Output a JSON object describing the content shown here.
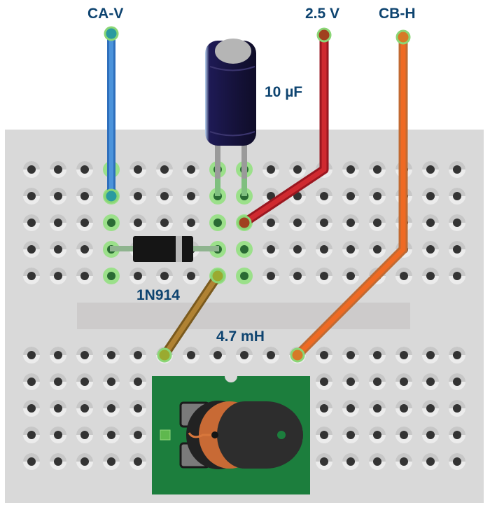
{
  "diagram": {
    "title": "Breadboard circuit: diode, capacitor and inductor",
    "colors": {
      "label_text": "#0e4470",
      "board": "#d9d9d9",
      "channel": "#cdcbcb",
      "hole": "#333333",
      "hole_active": "#2a6a34",
      "hole_glow": "#7fcf6a",
      "wire_ca_v": "#3f86d0",
      "wire_2_5v": "#c8202b",
      "wire_cb_h": "#ef6a23",
      "wire_jumper": "#a8772a",
      "capacitor_body": "#1a1640",
      "diode_body": "#151515",
      "inductor_board": "#1c7e3d",
      "inductor_core": "#2d2d2d",
      "inductor_winding": "#c86a35"
    },
    "breadboard": {
      "columns": 17,
      "top_rows": 5,
      "bottom_rows": 5
    },
    "labels": {
      "ca_v": "CA-V",
      "v_2_5": "2.5 V",
      "cb_h": "CB-H",
      "capacitor_value": "10 µF",
      "diode_part": "1N914",
      "inductor_value": "4.7 mH"
    },
    "components": [
      {
        "id": "capacitor",
        "type": "electrolytic-capacitor",
        "value": "10 µF"
      },
      {
        "id": "diode",
        "type": "diode",
        "part": "1N914"
      },
      {
        "id": "inductor",
        "type": "inductor",
        "value": "4.7 mH"
      },
      {
        "id": "wire-ca-v",
        "type": "wire",
        "net": "CA-V"
      },
      {
        "id": "wire-2-5v",
        "type": "wire",
        "net": "2.5 V"
      },
      {
        "id": "wire-cb-h",
        "type": "wire",
        "net": "CB-H"
      },
      {
        "id": "jumper",
        "type": "wire",
        "net": "diode-to-inductor"
      }
    ]
  }
}
